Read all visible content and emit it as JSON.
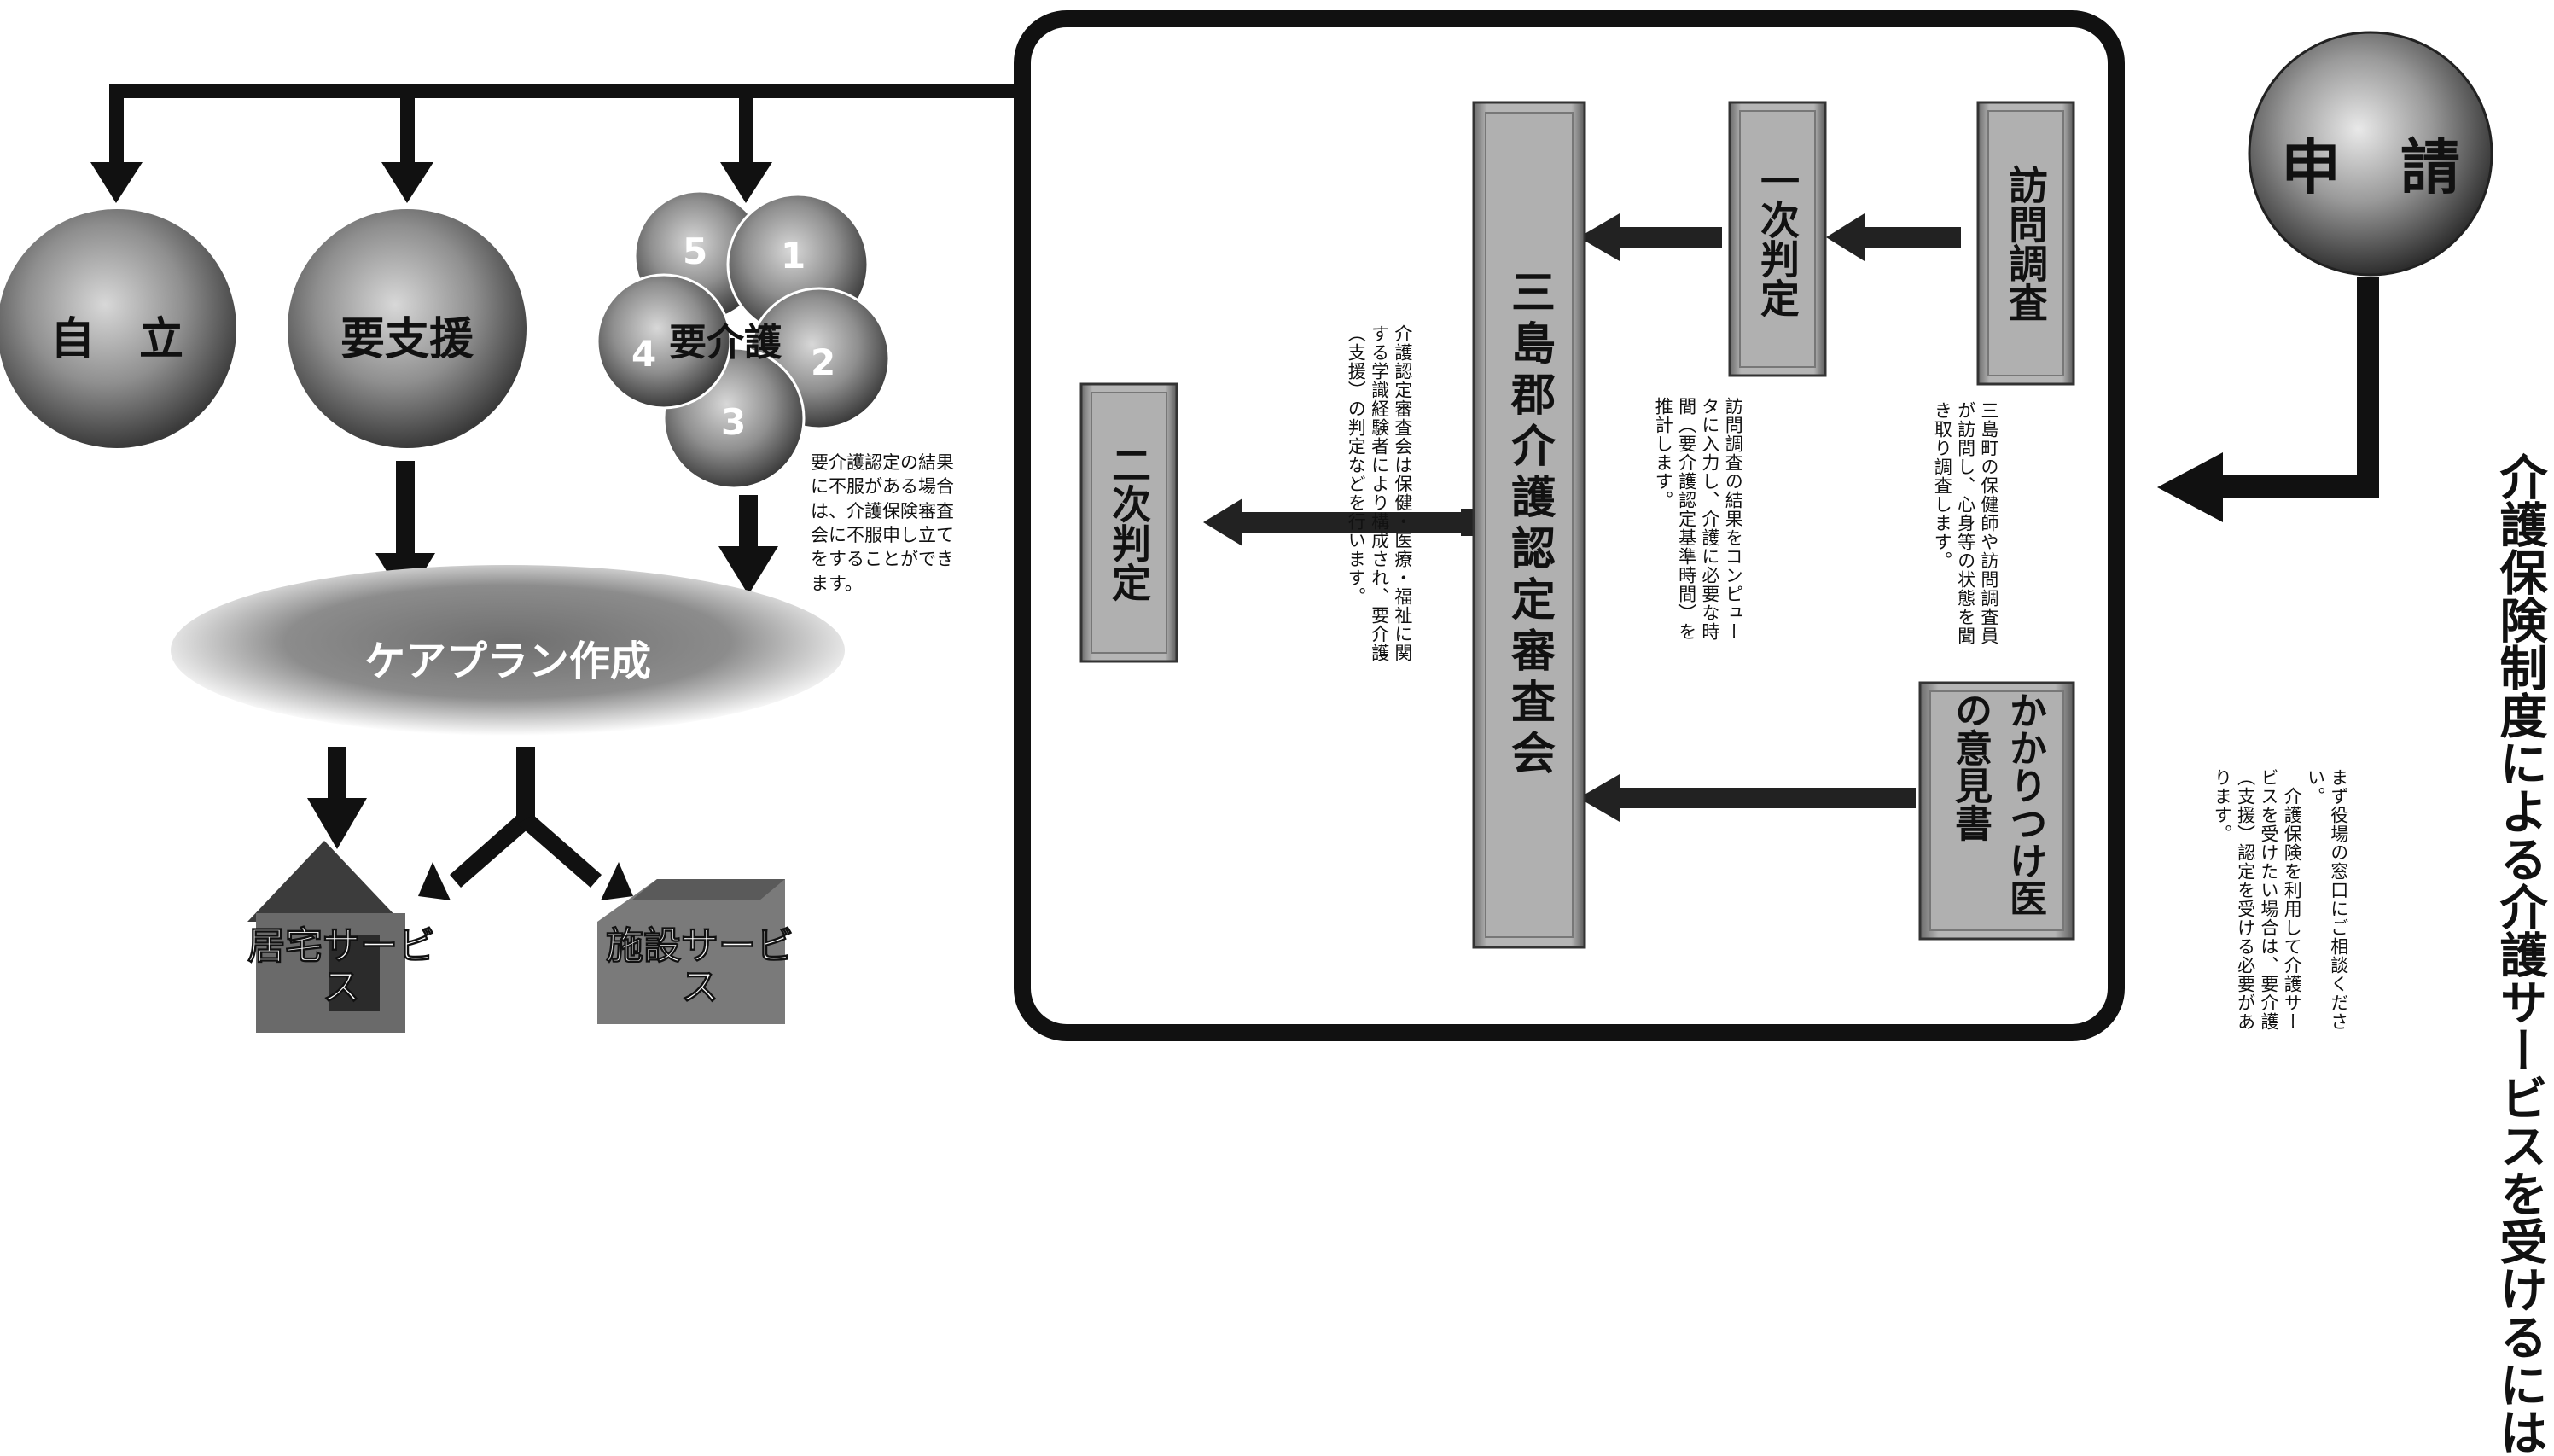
{
  "title": "介護保険制度による介護サービスを受けるには",
  "apply": {
    "label": "申　請",
    "note": "まず役場の窓口にご相談ください。\n　介護保険を利用して介護サービスを受けたい場合は、要介護（支援）認定を受ける必要があります。"
  },
  "visit": {
    "label": "訪問調査",
    "note": "三島町の保健師や訪問調査員が訪問し、心身等の状態を聞き取り調査します。"
  },
  "doctor": {
    "label": "かかりつけ医の意見書"
  },
  "first_judgment": {
    "label": "一次判定",
    "note": "訪問調査の結果をコンピュータに入力し、介護に必要な時間（要介護認定基準時間）を推計します。"
  },
  "committee": {
    "label": "三島郡介護認定審査会",
    "note": "介護認定審査会は保健・医療・福祉に関する学識経験者により構成され、要介護（支援）の判定などを行います。"
  },
  "second_judgment": {
    "label": "二次判定"
  },
  "results": {
    "independent": "自　立",
    "support": "要支援",
    "care": "要介護",
    "care_levels": [
      "1",
      "2",
      "3",
      "4",
      "5"
    ],
    "appeal_note": "要介護認定の結果に不服がある場合は、介護保険審査会に不服申し立てをすることができます。"
  },
  "care_plan": {
    "label": "ケアプラン作成"
  },
  "home_service": {
    "label": "居宅サービス"
  },
  "facility_service": {
    "label": "施設サービス"
  }
}
